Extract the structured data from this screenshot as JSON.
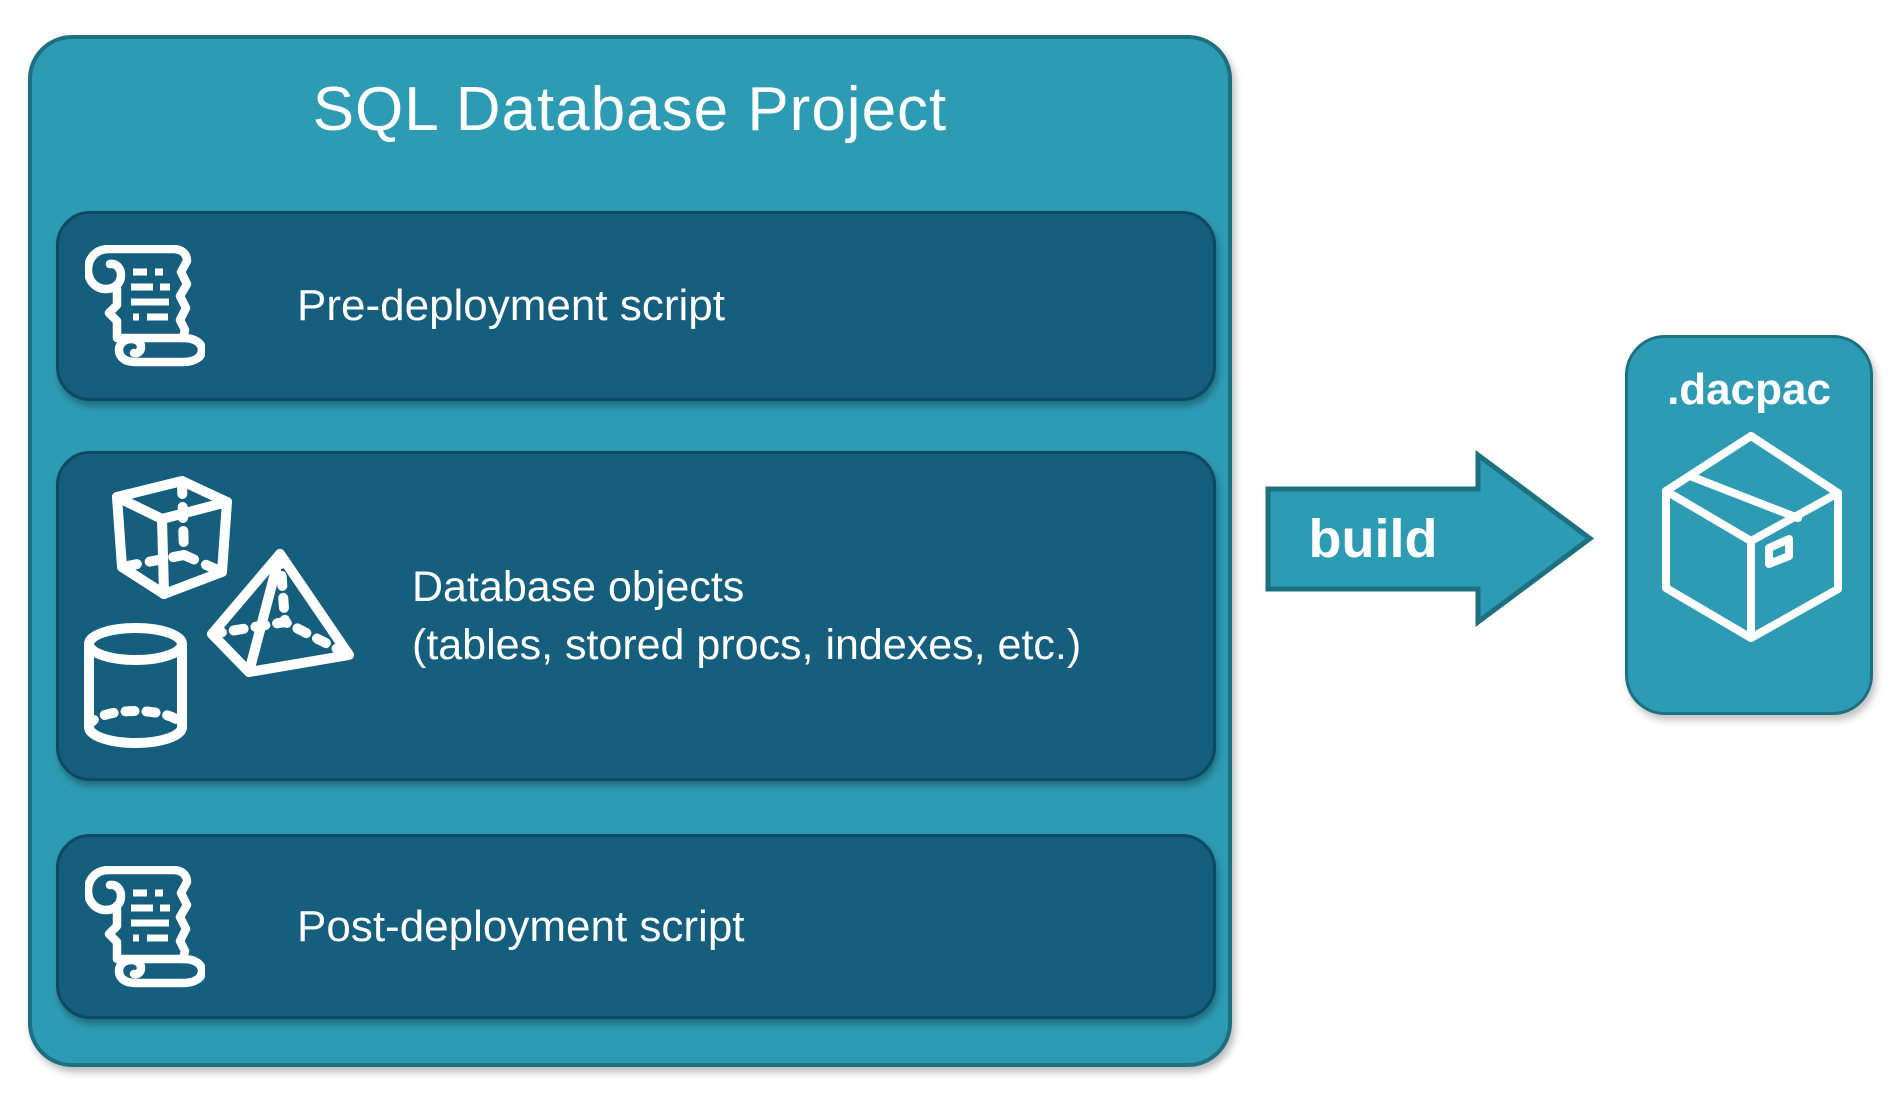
{
  "colors": {
    "teal": "#2E9BB4",
    "teal-border": "#1D7080",
    "dark": "#155E7D",
    "dark-border": "#0D4A63",
    "text": "#FFFFFF"
  },
  "project": {
    "title": "SQL Database Project",
    "items": [
      {
        "label": "Pre-deployment script",
        "icon": "scroll-icon"
      },
      {
        "lines": [
          "Database objects",
          "(tables, stored procs, indexes, etc.)"
        ],
        "icons": [
          "cube-icon",
          "pyramid-icon",
          "cylinder-icon"
        ]
      },
      {
        "label": "Post-deployment script",
        "icon": "scroll-icon"
      }
    ]
  },
  "build_arrow": {
    "label": "build"
  },
  "artifact": {
    "title": ".dacpac",
    "icon": "package-icon"
  }
}
